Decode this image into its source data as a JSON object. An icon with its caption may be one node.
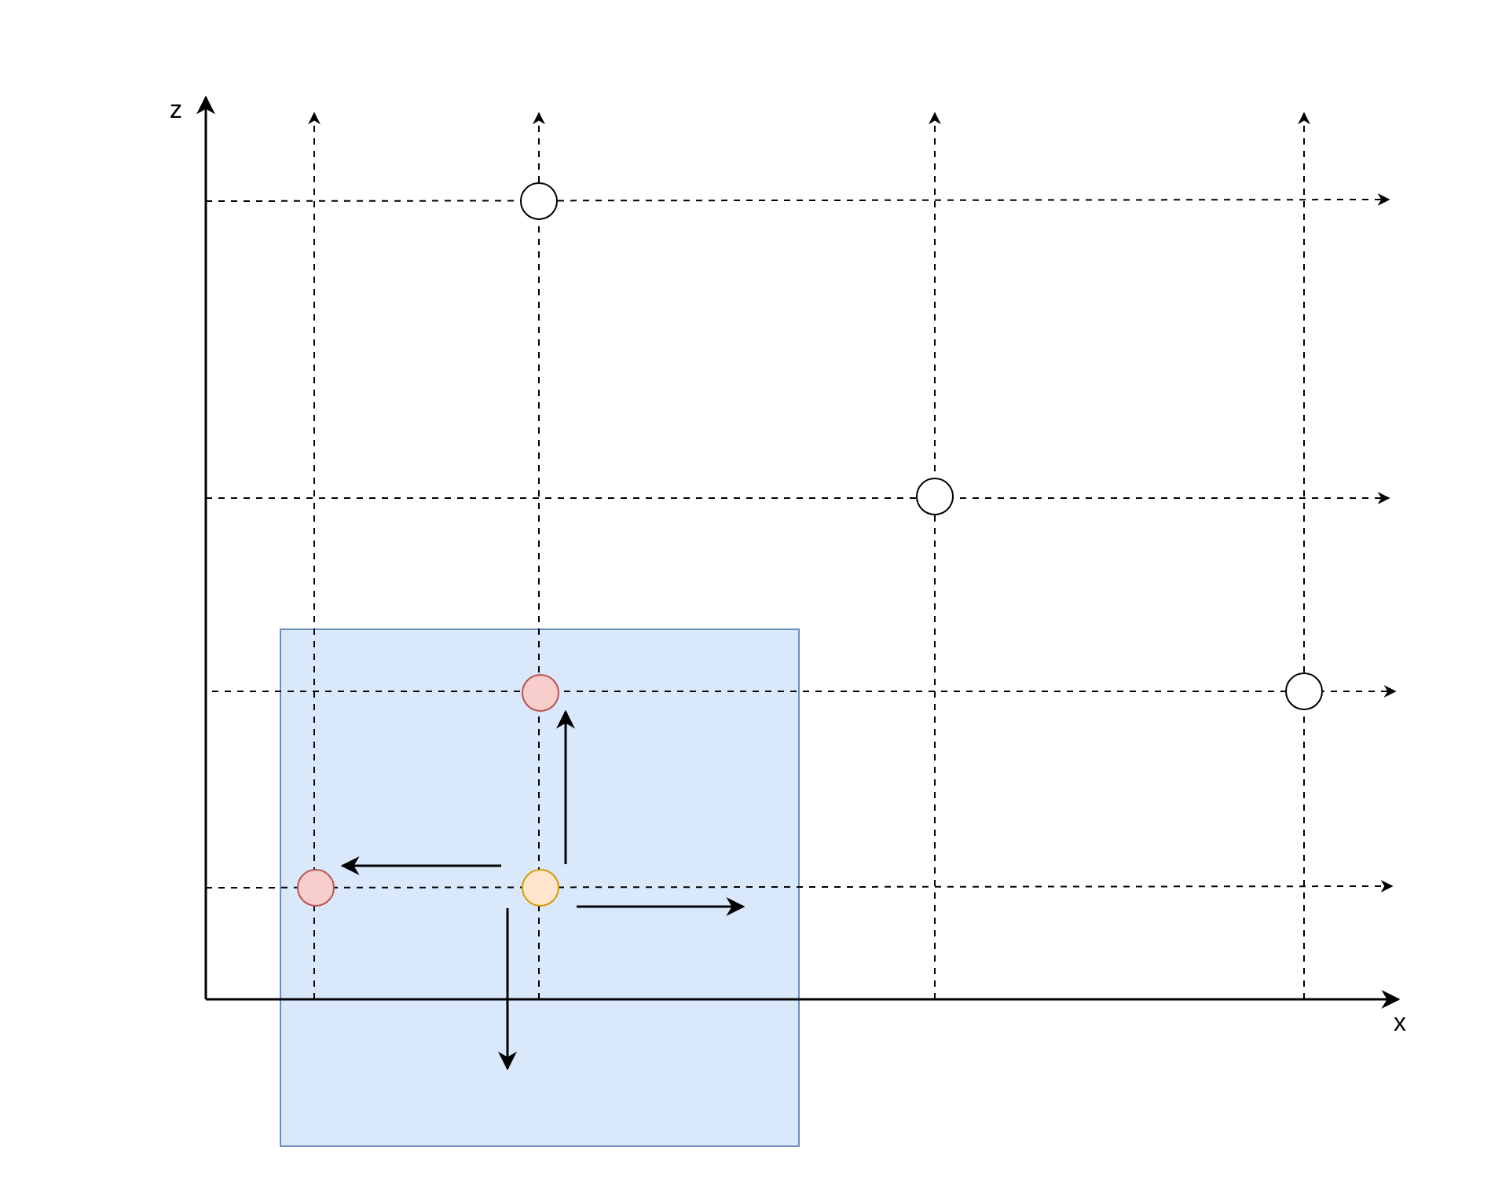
{
  "diagram": {
    "nodes": [
      {
        "text": [],
        "shape": "circle"
      },
      {
        "text": [],
        "shape": "circle"
      },
      {
        "text": [],
        "shape": "box"
      },
      {
        "text": [],
        "shape": "circle",
        "in": 2
      },
      {
        "text": [],
        "shape": "circle",
        "in": 2
      },
      {
        "text": [],
        "shape": "circle",
        "in": 2
      },
      {
        "text": [],
        "shape": "circle"
      }
    ],
    "edges": [
      {
        "from": 5,
        "to": 4,
        "arrow": "to"
      },
      {
        "from": 5,
        "to": 3,
        "arrow": "to"
      },
      {
        "from": 5,
        "to": null,
        "arrow": "to"
      },
      {
        "from": 5,
        "to": null,
        "arrow": "to"
      }
    ],
    "labels": [
      "z",
      "x"
    ]
  }
}
